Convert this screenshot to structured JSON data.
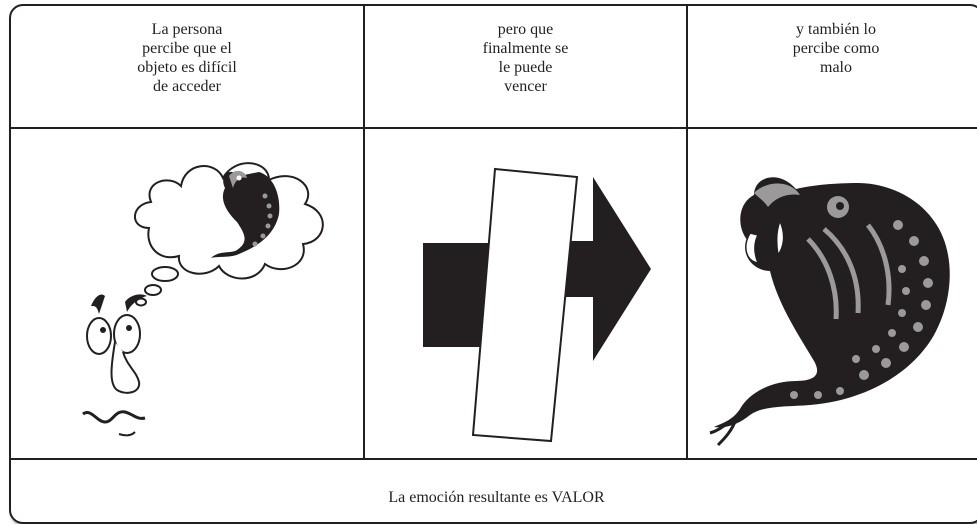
{
  "headers": [
    {
      "text": "La persona\npercibe que el\nobjeto es difícil\nde acceder"
    },
    {
      "text": "pero que\nfinalmente se\nle puede\nvencer"
    },
    {
      "text": "y también lo\npercibe como\nmalo"
    }
  ],
  "footer": "La emoción resultante es VALOR",
  "colors": {
    "ink": "#231f20",
    "scale_gray": "#9a9a9a",
    "paper": "#ffffff"
  },
  "illustrations": [
    "worried-face-thinking-of-serpent",
    "black-square-behind-white-slab-with-arrow",
    "serpent-dragon-head"
  ]
}
